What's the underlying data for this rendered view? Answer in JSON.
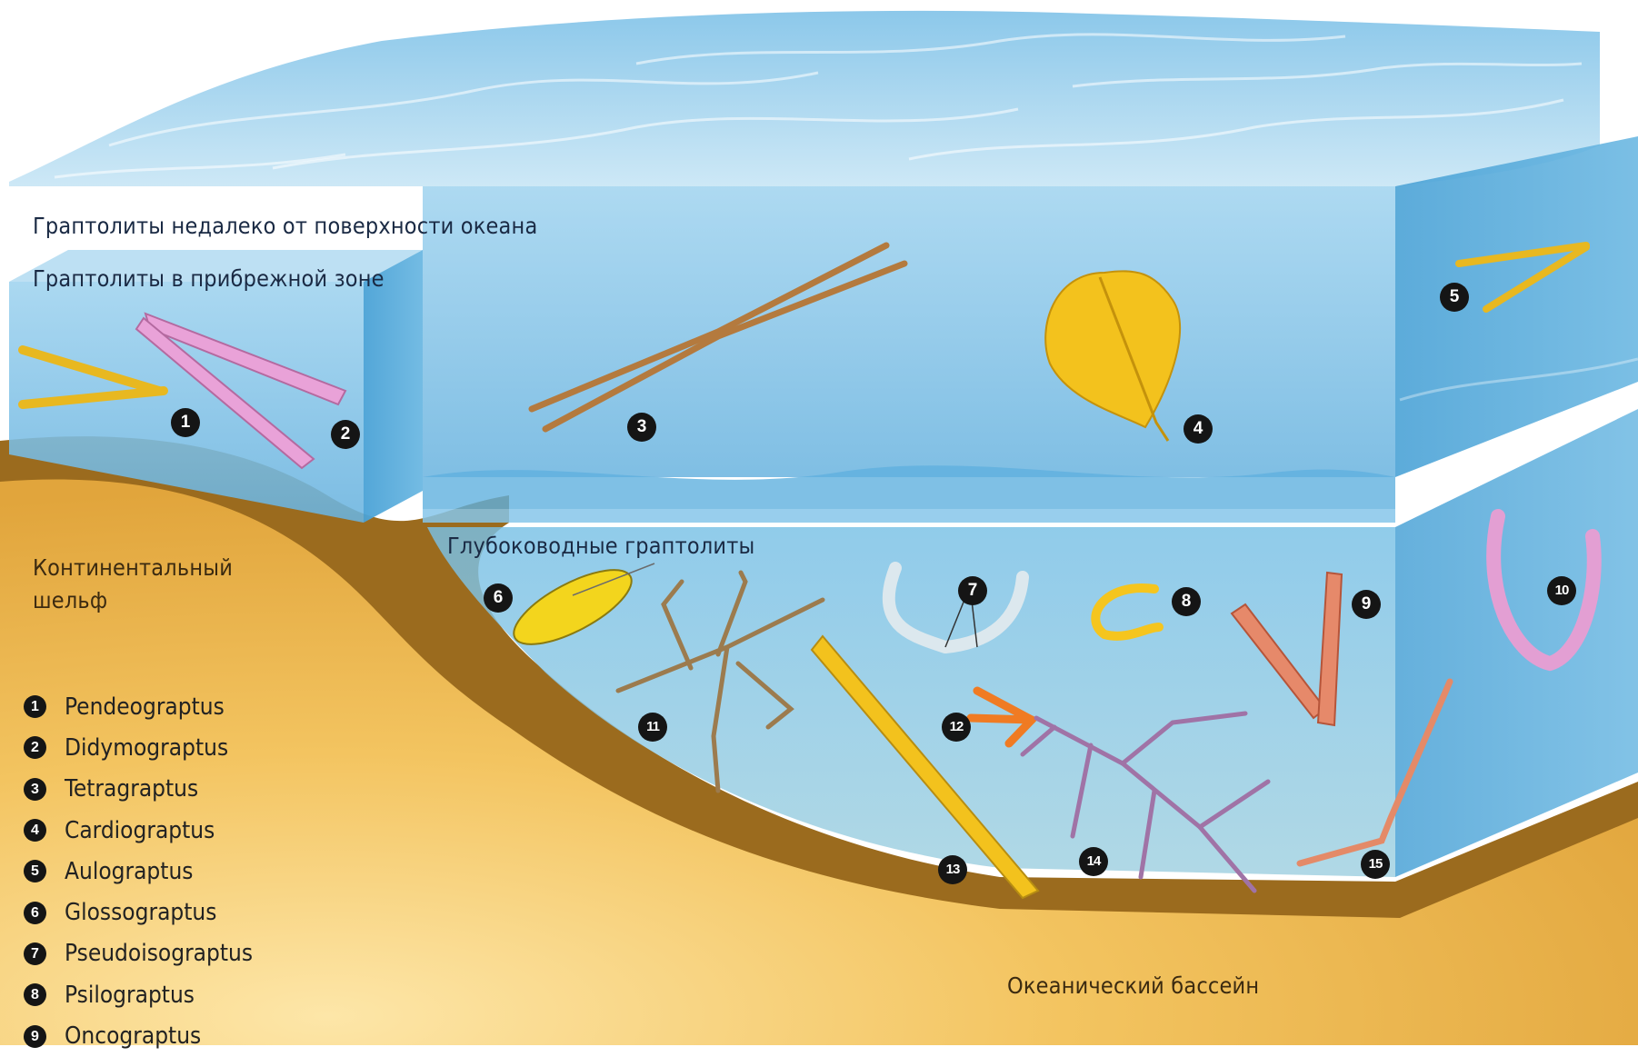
{
  "labels": {
    "near_surface": "Граптолиты недалеко от поверхности океана",
    "coastal": "Граптолиты в прибрежной зоне",
    "deep": "Глубоководные граптолиты",
    "shelf_line1": "Континентальный",
    "shelf_line2": "шельф",
    "basin": "Океанический бассейн"
  },
  "markers": [
    "1",
    "2",
    "3",
    "4",
    "5",
    "6",
    "7",
    "8",
    "9",
    "10",
    "11",
    "12",
    "13",
    "14",
    "15"
  ],
  "legend": [
    {
      "num": "1",
      "name": "Pendeograptus"
    },
    {
      "num": "2",
      "name": "Didymograptus"
    },
    {
      "num": "3",
      "name": "Tetragraptus"
    },
    {
      "num": "4",
      "name": "Cardiograptus"
    },
    {
      "num": "5",
      "name": "Aulograptus"
    },
    {
      "num": "6",
      "name": "Glossograptus"
    },
    {
      "num": "7",
      "name": "Pseudoisograptus"
    },
    {
      "num": "8",
      "name": "Psilograptus"
    },
    {
      "num": "9",
      "name": "Oncograptus"
    }
  ],
  "colors": {
    "sea_surface": "#a9d6ee",
    "water_top": "#93cdea",
    "water_deep": "#6db6e1",
    "sediment": "#9a6a1c",
    "sand": "#f0c05a",
    "yellow_graptolite": "#f2c21e",
    "pink_graptolite": "#e69ad4",
    "brown_graptolite": "#b9783c",
    "salmon_graptolite": "#e58866",
    "orange_graptolite": "#f07a24",
    "violet_graptolite": "#a273a6",
    "badge": "#151515"
  }
}
